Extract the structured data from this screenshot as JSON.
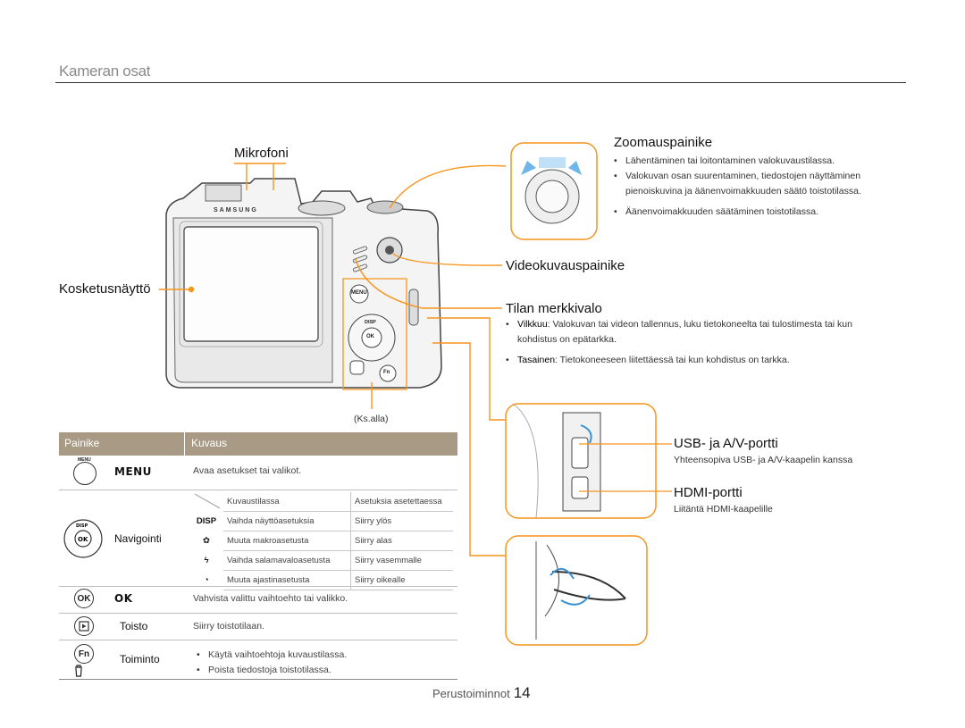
{
  "page": {
    "title": "Kameran osat",
    "footer_section": "Perustoiminnot",
    "page_number": "14",
    "accent_color": "#f7941d",
    "table_header_color": "#a89a84"
  },
  "callouts": {
    "mikrofoni": "Mikrofoni",
    "kosketusnaytto": "Kosketusnäyttö",
    "zoom_title": "Zoomauspainike",
    "zoom_bullets": [
      "Lähentäminen tai loitontaminen valokuvaustilassa.",
      "Valokuvan osan suurentaminen, tiedostojen näyttäminen pienoiskuvina ja äänenvoimakkuuden säätö toistotilassa.",
      "Äänenvoimakkuuden säätäminen toistotilassa."
    ],
    "video_button": "Videokuvauspainike",
    "mode_lamp_title": "Tilan merkkivalo",
    "mode_lamp_bullets": [
      {
        "term": "Vilkkuu",
        "text": ": Valokuvan tai videon tallennus, luku tietokoneelta tai tulostimesta tai kun kohdistus on epätarkka."
      },
      {
        "term": "Tasainen",
        "text": ": Tietokoneeseen liitettäessä tai kun kohdistus on tarkka."
      }
    ],
    "usb_title": "USB- ja A/V-portti",
    "usb_desc": "Yhteensopiva USB- ja A/V-kaapelin kanssa",
    "hdmi_title": "HDMI-portti",
    "hdmi_desc": "Liitäntä HDMI-kaapelille",
    "ks_alla": "(Ks.alla)"
  },
  "camera": {
    "brand": "SAMSUNG",
    "menu_label": "MENU",
    "disp_label": "DISP",
    "ok_label": "OK",
    "fn_label": "Fn"
  },
  "table": {
    "headers": [
      "Painike",
      "Kuvaus"
    ],
    "menu": {
      "icon": "MENU",
      "name": "MENU",
      "desc": "Avaa asetukset tai valikot."
    },
    "nav": {
      "name": "Navigointi",
      "sub_headers": [
        "Kuvaustilassa",
        "Asetuksia asetettaessa"
      ],
      "rows": [
        {
          "icon": "DISP",
          "shoot": "Vaihda näyttöasetuksia",
          "setting": "Siirry ylös"
        },
        {
          "icon": "✿",
          "shoot": "Muuta makroasetusta",
          "setting": "Siirry alas"
        },
        {
          "icon": "ϟ",
          "shoot": "Vaihda salamavaloasetusta",
          "setting": "Siirry vasemmalle"
        },
        {
          "icon": "◔",
          "shoot": "Muuta ajastinasetusta",
          "setting": "Siirry oikealle"
        }
      ]
    },
    "ok": {
      "icon": "OK",
      "name": "OK",
      "desc": "Vahvista valittu vaihtoehto tai valikko."
    },
    "play": {
      "name": "Toisto",
      "desc": "Siirry toistotilaan."
    },
    "fn": {
      "icon": "Fn",
      "name": "Toiminto",
      "bullets": [
        "Käytä vaihtoehtoja kuvaustilassa.",
        "Poista tiedostoja toistotilassa."
      ]
    }
  }
}
